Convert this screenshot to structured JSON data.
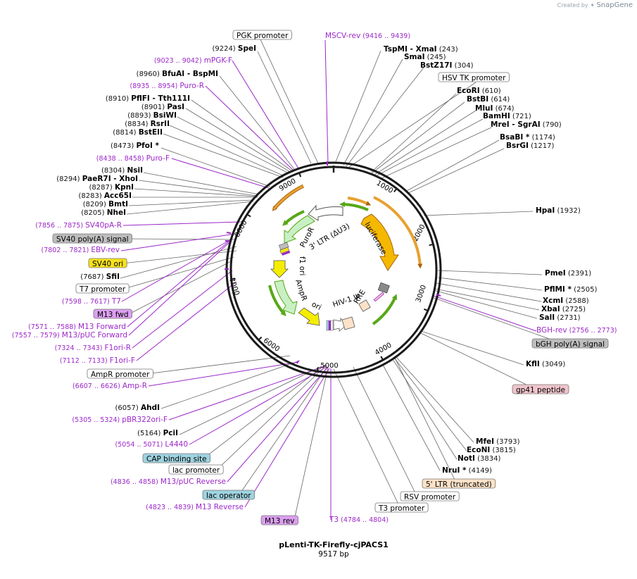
{
  "credit": {
    "prefix": "Created by",
    "brand": "SnapGene"
  },
  "plasmid": {
    "name": "pLenti-TK-Firefly-cjPACS1",
    "size_label": "9517 bp",
    "length": 9517
  },
  "ticks": [
    "1000",
    "2000",
    "3000",
    "4000",
    "5000",
    "6000",
    "7000",
    "8000",
    "9000"
  ],
  "enzymes": [
    {
      "id": "spei",
      "num": "(9224)",
      "name": "SpeI"
    },
    {
      "id": "bfuai",
      "num": "(8960)",
      "name": "BfuAI",
      "sep": " - ",
      "name2": "BspMI"
    },
    {
      "id": "pflfi",
      "num": "(8910)",
      "name": "PflFI",
      "sep": " - ",
      "name2": "Tth111I"
    },
    {
      "id": "pasi",
      "num": "(8901)",
      "name": "PasI"
    },
    {
      "id": "bsiwi",
      "num": "(8893)",
      "name": "BsiWI"
    },
    {
      "id": "rsrii",
      "num": "(8834)",
      "name": "RsrII"
    },
    {
      "id": "bsteii",
      "num": "(8814)",
      "name": "BstEII"
    },
    {
      "id": "pfoi",
      "num": "(8473)",
      "name": "PfoI *"
    },
    {
      "id": "nsii",
      "num": "(8304)",
      "name": "NsiI"
    },
    {
      "id": "paer7i",
      "num": "(8294)",
      "name": "PaeR7I",
      "sep": " - ",
      "name2": "XhoI"
    },
    {
      "id": "kpni",
      "num": "(8287)",
      "name": "KpnI"
    },
    {
      "id": "acc65i",
      "num": "(8283)",
      "name": "Acc65I"
    },
    {
      "id": "bmti",
      "num": "(8209)",
      "name": "BmtI"
    },
    {
      "id": "nhei",
      "num": "(8205)",
      "name": "NheI"
    },
    {
      "id": "sfii",
      "num": "(7687)",
      "name": "SfiI"
    },
    {
      "id": "ahdi",
      "num": "(6057)",
      "name": "AhdI"
    },
    {
      "id": "pcii",
      "num": "(5164)",
      "name": "PciI"
    },
    {
      "id": "tspmi",
      "name": "TspMI",
      "sep": " - ",
      "name2": "XmaI",
      "num": "(243)"
    },
    {
      "id": "smai",
      "name": "SmaI",
      "num": "(245)"
    },
    {
      "id": "bstz17i",
      "name": "BstZ17I",
      "num": "(304)"
    },
    {
      "id": "ecori",
      "name": "EcoRI",
      "num": "(610)"
    },
    {
      "id": "bstbi",
      "name": "BstBI",
      "num": "(614)"
    },
    {
      "id": "mlui",
      "name": "MluI",
      "num": "(674)"
    },
    {
      "id": "bamhi",
      "name": "BamHI",
      "num": "(721)"
    },
    {
      "id": "mrei",
      "name": "MreI",
      "sep": " - ",
      "name2": "SgrAI",
      "num": "(790)"
    },
    {
      "id": "bsabi",
      "name": "BsaBI *",
      "num": "(1174)"
    },
    {
      "id": "bsrgi",
      "name": "BsrGI",
      "num": "(1217)"
    },
    {
      "id": "hpai",
      "name": "HpaI",
      "num": "(1932)"
    },
    {
      "id": "pmei",
      "name": "PmeI",
      "num": "(2391)"
    },
    {
      "id": "pflmi",
      "name": "PflMI *",
      "num": "(2505)"
    },
    {
      "id": "xcmi",
      "name": "XcmI",
      "num": "(2588)"
    },
    {
      "id": "xbai",
      "name": "XbaI",
      "num": "(2725)"
    },
    {
      "id": "sali",
      "name": "SalI",
      "num": "(2731)"
    },
    {
      "id": "kfli",
      "name": "KflI",
      "num": "(3049)"
    },
    {
      "id": "mfei",
      "name": "MfeI",
      "num": "(3793)"
    },
    {
      "id": "econi",
      "name": "EcoNI",
      "num": "(3815)"
    },
    {
      "id": "noti",
      "name": "NotI",
      "num": "(3834)"
    },
    {
      "id": "nrui",
      "name": "NruI *",
      "num": "(4149)"
    }
  ],
  "primers": [
    {
      "id": "mscv-rev",
      "name": "MSCV-rev",
      "range": "(9416 .. 9439)"
    },
    {
      "id": "mpgk-f",
      "name": "mPGK-F",
      "range": "(9023 .. 9042)"
    },
    {
      "id": "puro-r",
      "name": "Puro-R",
      "range": "(8935 .. 8954)"
    },
    {
      "id": "puro-f",
      "name": "Puro-F",
      "range": "(8438 .. 8458)"
    },
    {
      "id": "sv40pa-r",
      "name": "SV40pA-R",
      "range": "(7856 .. 7875)"
    },
    {
      "id": "ebv-rev",
      "name": "EBV-rev",
      "range": "(7802 .. 7821)"
    },
    {
      "id": "t7",
      "name": "T7",
      "range": "(7598 .. 7617)"
    },
    {
      "id": "m13-forward",
      "name": "M13 Forward",
      "range": "(7571 .. 7588)"
    },
    {
      "id": "m13-puc-forward",
      "name": "M13/pUC Forward",
      "range": "(7557 .. 7579)"
    },
    {
      "id": "f1ori-r",
      "name": "F1ori-R",
      "range": "(7324 .. 7343)"
    },
    {
      "id": "f1ori-f",
      "name": "F1ori-F",
      "range": "(7112 .. 7133)"
    },
    {
      "id": "amp-r",
      "name": "Amp-R",
      "range": "(6607 .. 6626)"
    },
    {
      "id": "pbr322ori-f",
      "name": "pBR322ori-F",
      "range": "(5305 .. 5324)"
    },
    {
      "id": "l4440",
      "name": "L4440",
      "range": "(5054 .. 5071)"
    },
    {
      "id": "m13-puc-reverse",
      "name": "M13/pUC Reverse",
      "range": "(4836 .. 4858)"
    },
    {
      "id": "m13-reverse",
      "name": "M13 Reverse",
      "range": "(4823 .. 4839)"
    },
    {
      "id": "t3",
      "name": "T3",
      "range": "(4784 .. 4804)"
    },
    {
      "id": "bgh-rev",
      "name": "BGH-rev",
      "range": "(2756 .. 2773)"
    }
  ],
  "boxes": [
    {
      "id": "pgk-promoter",
      "name": "PGK promoter",
      "fill": "#ffffff"
    },
    {
      "id": "hsv-tk-promoter",
      "name": "HSV TK promoter",
      "fill": "#ffffff"
    },
    {
      "id": "sv40-polya",
      "name": "SV40 poly(A) signal",
      "fill": "#bdbdbd"
    },
    {
      "id": "sv40-ori",
      "name": "SV40 ori",
      "fill": "#f7e11c"
    },
    {
      "id": "t7-promoter",
      "name": "T7 promoter",
      "fill": "#ffffff"
    },
    {
      "id": "m13-fwd",
      "name": "M13 fwd",
      "fill": "#dc9ff0"
    },
    {
      "id": "ampr-promoter",
      "name": "AmpR promoter",
      "fill": "#ffffff"
    },
    {
      "id": "cap-binding-site",
      "name": "CAP binding site",
      "fill": "#9fd3e0"
    },
    {
      "id": "lac-promoter",
      "name": "lac promoter",
      "fill": "#ffffff"
    },
    {
      "id": "lac-operator",
      "name": "lac operator",
      "fill": "#9fd3e0"
    },
    {
      "id": "m13-rev",
      "name": "M13 rev",
      "fill": "#dc9ff0"
    },
    {
      "id": "bgh-polya",
      "name": "bGH poly(A) signal",
      "fill": "#bdbdbd"
    },
    {
      "id": "gp41-peptide",
      "name": "gp41 peptide",
      "fill": "#f0c4cc"
    },
    {
      "id": "ltr5-truncated",
      "name": "5' LTR (truncated)",
      "fill": "#fde2c8"
    },
    {
      "id": "rsv-promoter",
      "name": "RSV promoter",
      "fill": "#ffffff"
    },
    {
      "id": "t3-promoter",
      "name": "T3 promoter",
      "fill": "#ffffff"
    }
  ],
  "inner_labels": [
    "PuroR",
    "3' LTR (ΔU3)",
    "luciferase",
    "f1 ori",
    "AmpR",
    "ori",
    "HIV-1 Ψ",
    "RRE"
  ],
  "colors": {
    "backbone": "#1a1a1a",
    "enzyme_line": "#555555",
    "primer": "#9c27c9",
    "orange_feature": "#e8a030",
    "orange_feature_edge": "#a8620c",
    "green_feature": "#58a818",
    "luciferase": "#f5b800",
    "ampr_yellow": "#f5ed00",
    "puror_green": "#c9f0c4"
  }
}
